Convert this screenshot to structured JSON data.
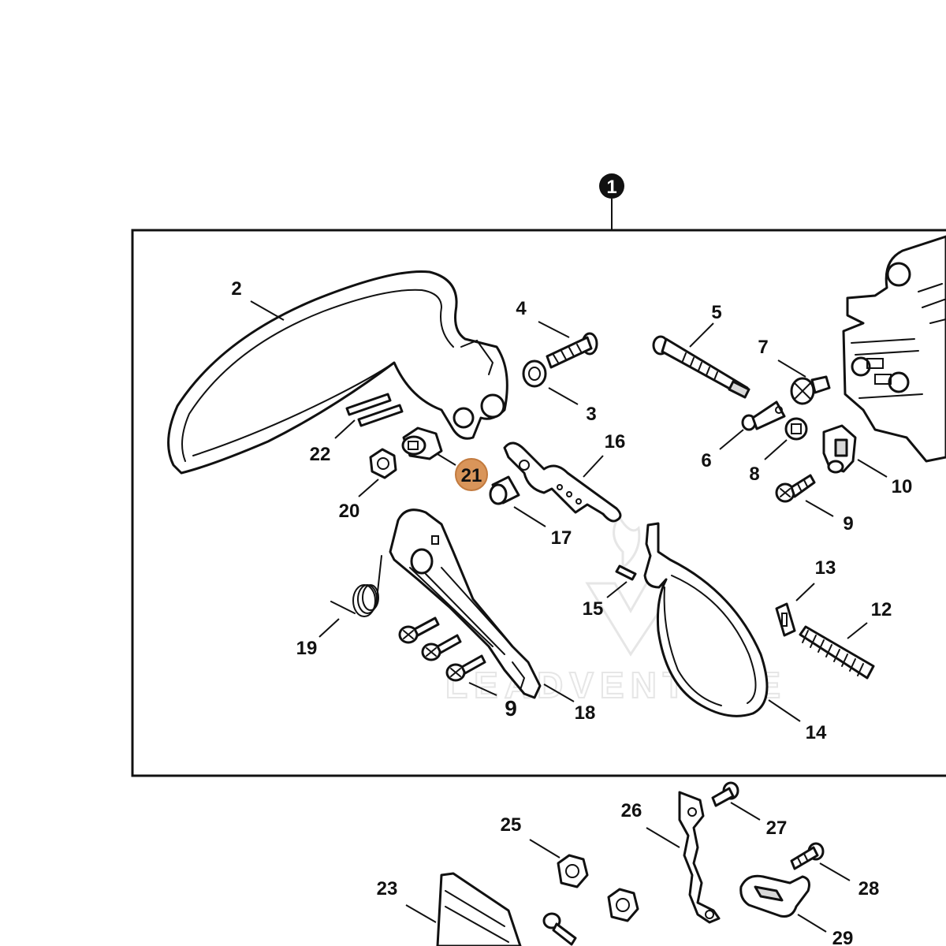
{
  "diagram": {
    "assembly_marker": "1",
    "watermark_text": "LEADVENTURE",
    "highlight_color": "#d9955a",
    "highlighted_part": "21",
    "callouts": {
      "p2": "2",
      "p3": "3",
      "p4": "4",
      "p5": "5",
      "p6": "6",
      "p7": "7",
      "p8": "8",
      "p9a": "9",
      "p9b": "9",
      "p10": "10",
      "p12": "12",
      "p13": "13",
      "p14": "14",
      "p15": "15",
      "p16": "16",
      "p17": "17",
      "p18": "18",
      "p19": "19",
      "p20": "20",
      "p21": "21",
      "p22": "22",
      "p23": "23",
      "p25": "25",
      "p26": "26",
      "p27": "27",
      "p28": "28",
      "p29": "29"
    }
  }
}
